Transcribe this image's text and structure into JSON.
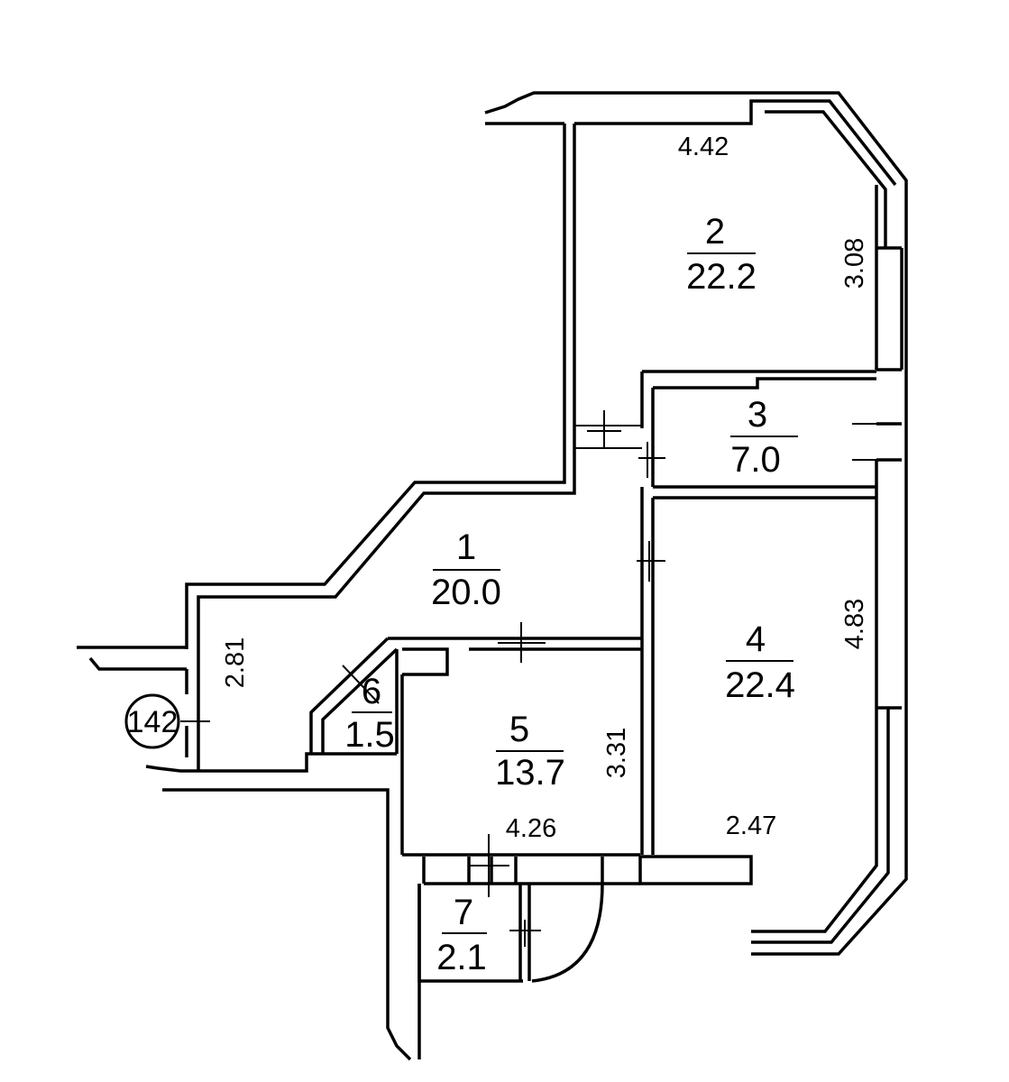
{
  "rooms": [
    {
      "number": "1",
      "area": "20.0"
    },
    {
      "number": "2",
      "area": "22.2"
    },
    {
      "number": "3",
      "area": "7.0"
    },
    {
      "number": "4",
      "area": "22.4"
    },
    {
      "number": "5",
      "area": "13.7"
    },
    {
      "number": "6",
      "area": "1.5"
    },
    {
      "number": "7",
      "area": "2.1"
    }
  ],
  "dimensions": {
    "room2_width": "4.42",
    "room2_depth": "3.08",
    "room4_depth": "4.83",
    "room4_width": "2.47",
    "room5_depth": "3.31",
    "room5_width": "4.26",
    "room1_depth": "2.81"
  },
  "unit_number": "142"
}
